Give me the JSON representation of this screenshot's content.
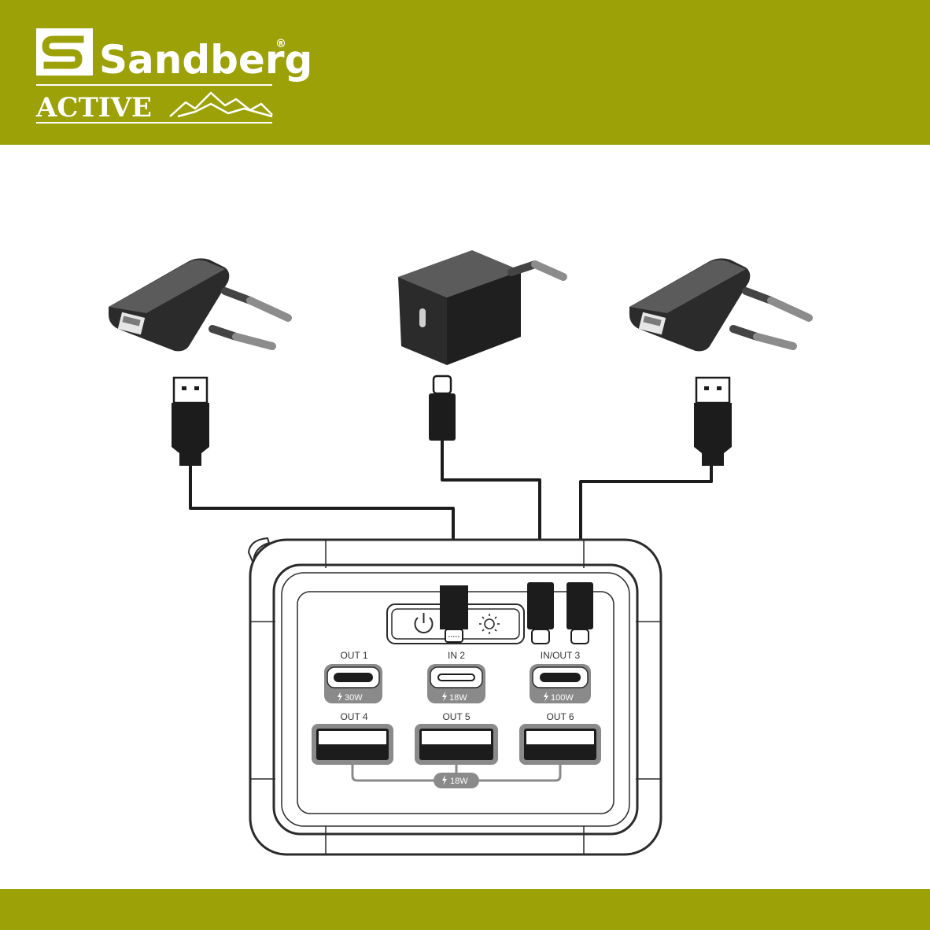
{
  "brand": {
    "name": "Sandberg",
    "registered_mark": "®",
    "subline": "ACTIVE"
  },
  "colors": {
    "brand_olive": "#9ca108",
    "charger_dark": "#2b2b2b",
    "charger_top": "#5a5a5a",
    "cable": "#1c1c1c",
    "device_outline": "#2b2b2b",
    "port_grey": "#8a8a8a"
  },
  "ports": {
    "out1": {
      "label": "OUT 1",
      "watt": "30W"
    },
    "in2": {
      "label": "IN 2",
      "watt": "18W"
    },
    "inout3": {
      "label": "IN/OUT 3",
      "watt": "100W"
    },
    "out4": {
      "label": "OUT 4"
    },
    "out5": {
      "label": "OUT 5"
    },
    "out6": {
      "label": "OUT 6"
    },
    "usb_a_group_watt": "18W"
  },
  "icons": {
    "power": "power-icon",
    "light": "sun-icon",
    "lightning": "lightning-icon"
  }
}
